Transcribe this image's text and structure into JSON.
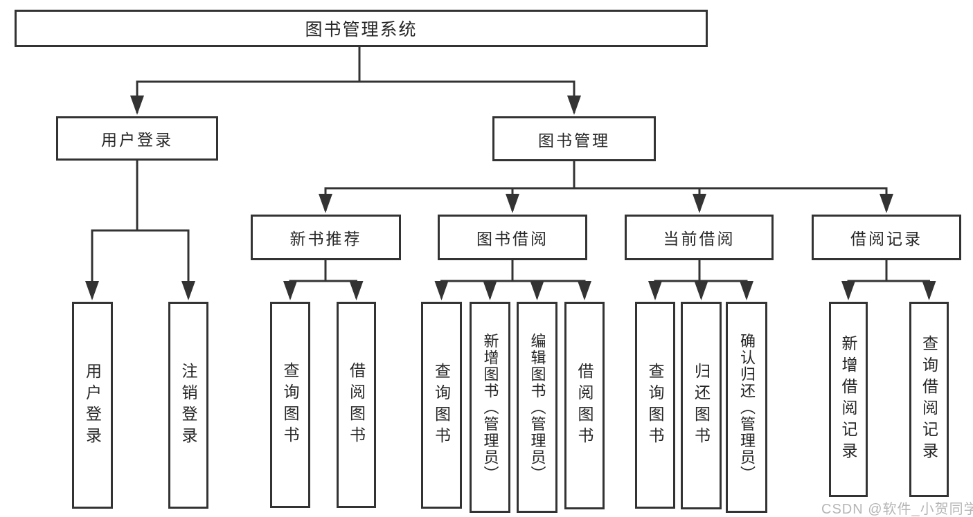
{
  "tree": {
    "root": "图书管理系统",
    "login": "用户登录",
    "mgmt": "图书管理",
    "login_children": [
      "用户登录",
      "注销登录"
    ],
    "mgmt_children": [
      "新书推荐",
      "图书借阅",
      "当前借阅",
      "借阅记录"
    ],
    "new_rec_children": [
      "查询图书",
      "借阅图书"
    ],
    "borrow_children": [
      "查询图书",
      "新增图书（管理员）",
      "编辑图书（管理员）",
      "借阅图书"
    ],
    "current_children": [
      "查询图书",
      "归还图书",
      "确认归还（管理员）"
    ],
    "record_children": [
      "新增借阅记录",
      "查询借阅记录"
    ]
  },
  "watermark": "CSDN @软件_小贺同学",
  "colors": {
    "line": "#333333",
    "text": "#262626",
    "watermark": "#b5b5b5",
    "background": "#ffffff"
  }
}
